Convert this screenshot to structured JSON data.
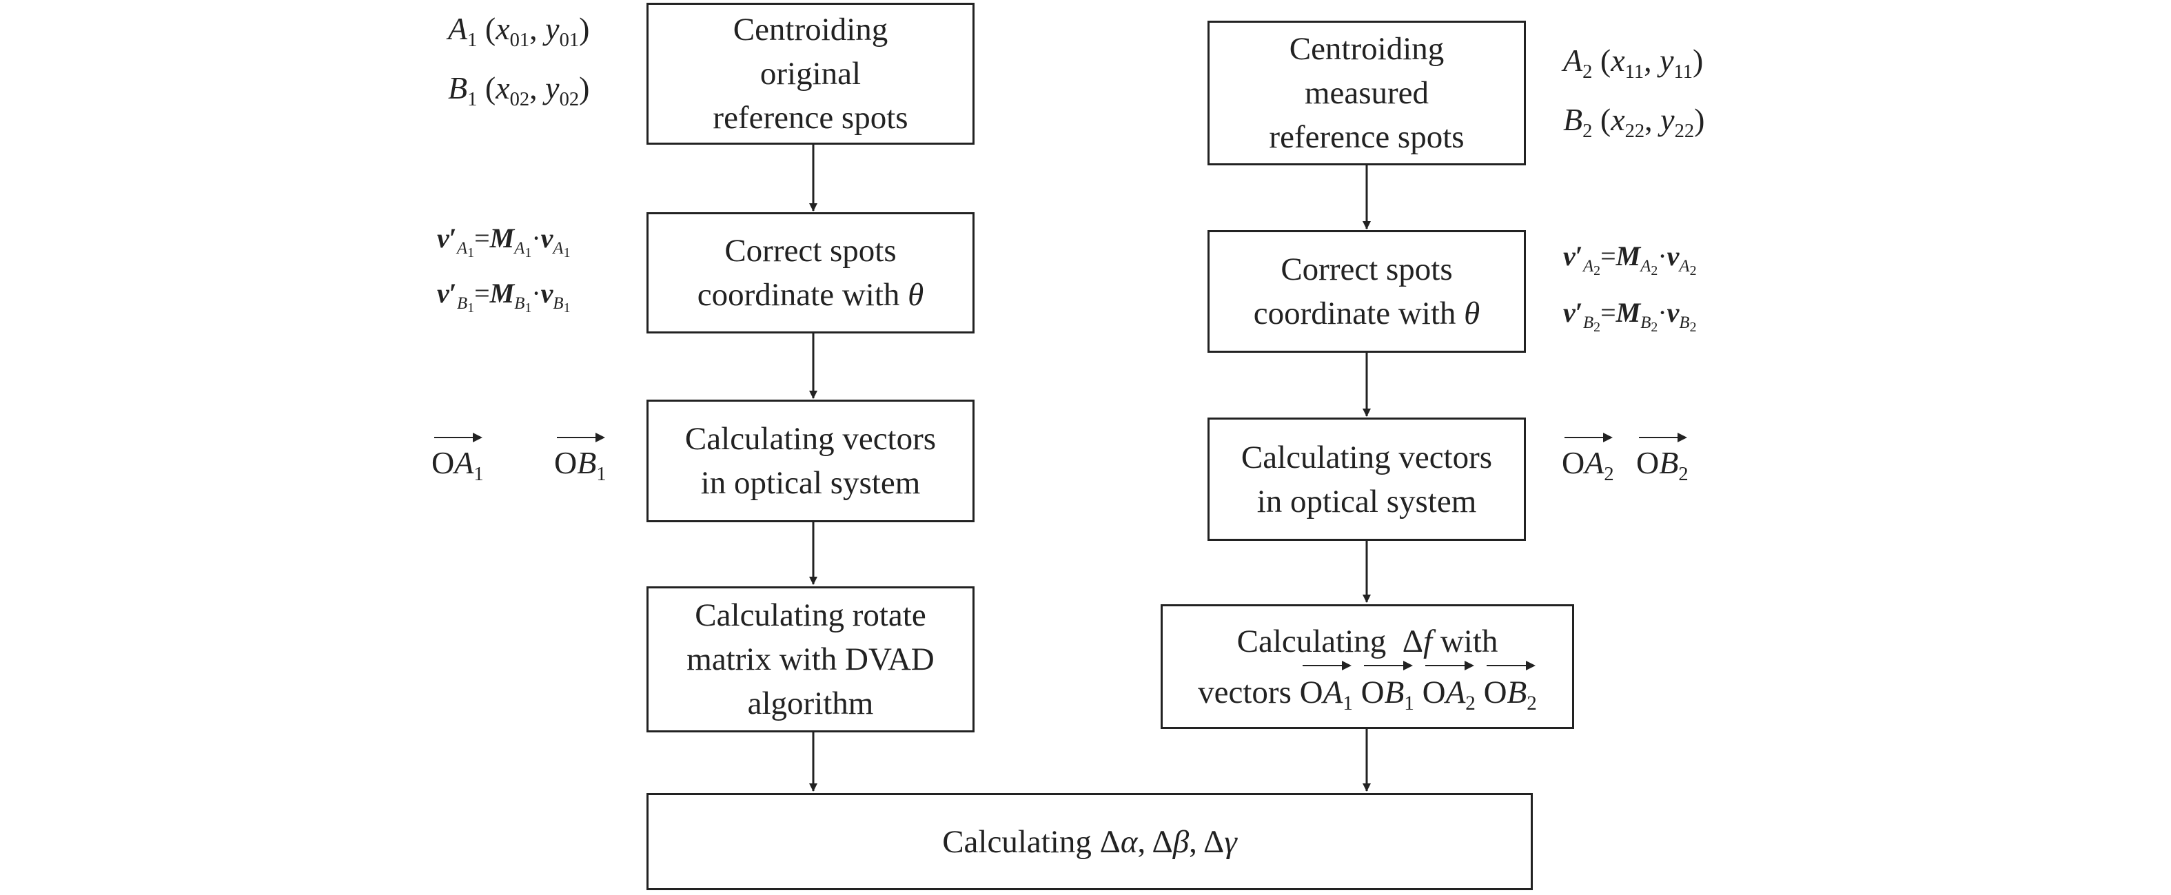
{
  "boxes": {
    "centroid_original": [
      "Centroiding",
      "original",
      "reference spots"
    ],
    "correct_left": [
      "Correct spots",
      "coordinate with"
    ],
    "calc_vectors_left": [
      "Calculating vectors",
      "in optical system"
    ],
    "rotate_matrix": [
      "Calculating rotate",
      "matrix with DVAD",
      "algorithm"
    ],
    "centroid_measured": [
      "Centroiding",
      "measured",
      "reference spots"
    ],
    "correct_right": [
      "Correct spots",
      "coordinate with"
    ],
    "calc_vectors_right": [
      "Calculating vectors",
      "in optical system"
    ],
    "delta_f": {
      "pre": "Calculating",
      "sym": "Δ",
      "var": "f",
      "post": "with",
      "line2": "vectors"
    },
    "final": {
      "pre": "Calculating",
      "d1": "Δ",
      "a": "α",
      "sep1": ", ",
      "d2": "Δ",
      "b": "β",
      "sep2": ", ",
      "d3": "Δ",
      "g": "γ"
    }
  },
  "symbols": {
    "theta": "θ",
    "O": "O",
    "A": "A",
    "B": "B",
    "x": "x",
    "y": "y",
    "M": "M",
    "v": "v",
    "prime": "′",
    "eq": "=",
    "dot": "·",
    "comma": ", ",
    "lp": "(",
    "rp": ")",
    "one": "1",
    "two": "2",
    "s01": "01",
    "s02": "02",
    "s11": "11",
    "s22": "22"
  }
}
